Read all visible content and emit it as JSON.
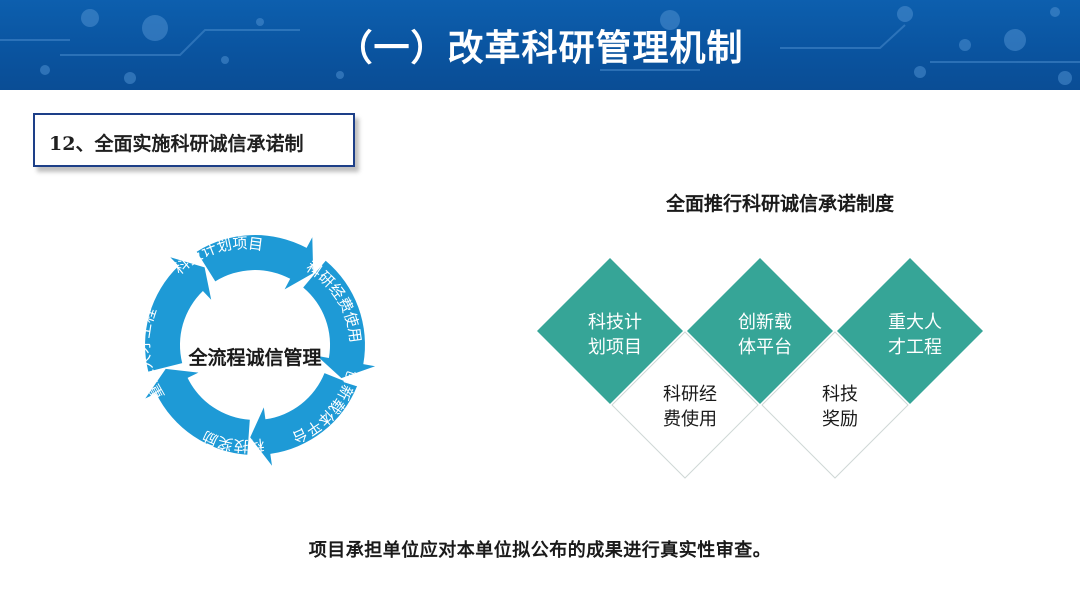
{
  "header": {
    "title": "（一）改革科研管理机制"
  },
  "section": {
    "label": "12、全面实施科研诚信承诺制"
  },
  "cycle": {
    "center_label": "全流程诚信管理",
    "stages": [
      "科技计划项目",
      "科研经费使用",
      "创新载体平台",
      "科技奖励",
      "重大人才工程"
    ],
    "color": "#1e9ad6"
  },
  "right": {
    "title": "全面推行科研诚信承诺制度",
    "teal_items": [
      {
        "line1": "科技计",
        "line2": "划项目"
      },
      {
        "line1": "创新载",
        "line2": "体平台"
      },
      {
        "line1": "重大人",
        "line2": "才工程"
      }
    ],
    "white_items": [
      {
        "line1": "科研经",
        "line2": "费使用"
      },
      {
        "line1": "科技",
        "line2": "奖励"
      }
    ],
    "teal_color": "#36a597"
  },
  "footer": {
    "text": "项目承担单位应对本单位拟公布的成果进行真实性审查。"
  }
}
